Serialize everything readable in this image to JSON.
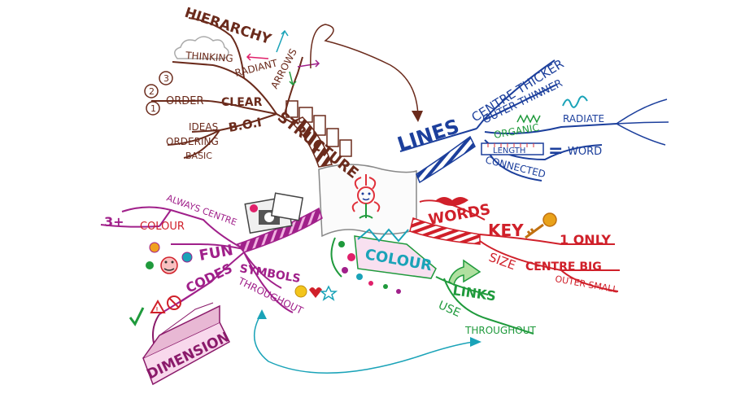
{
  "colors": {
    "structure": "#6b2b1c",
    "lines": "#1c3f9c",
    "words": "#d0202a",
    "colour": "#1f9a3c",
    "symbols": "#a0208a",
    "dimension": "#8a1a6a",
    "arrow_teal": "#1aa3b8",
    "arrow_pink": "#e0206a",
    "key_gold": "#e9a21a",
    "flower": "#e0303a"
  },
  "structure": {
    "label": "STRUCTURE",
    "hierarchy": "HIERARCHY",
    "thinking": "THINKING",
    "radiant": "RADIANT",
    "arrows": "ARROWS",
    "order": "ORDER",
    "clear": "CLEAR",
    "boi": "B.O.I",
    "ideas": "IDEAS",
    "ordering": "ORDERING",
    "basic": "BASIC",
    "num1": "1",
    "num2": "2",
    "num3": "3"
  },
  "lines": {
    "label": "LINES",
    "centre_thicker": "CENTRE THICKER",
    "outer_thinner": "OUTER THINNER",
    "organic": "ORGANIC",
    "radiate": "RADIATE",
    "length": "LENGTH",
    "equals": "=",
    "word": "WORD",
    "connected": "CONNECTED"
  },
  "words": {
    "label": "WORDS",
    "key": "KEY",
    "one_only": "1 ONLY",
    "size": "SIZE",
    "centre_big": "CENTRE BIG",
    "outer_small": "OUTER SMALL"
  },
  "colour": {
    "label": "COLOUR",
    "links": "LINKS",
    "use": "USE",
    "throughout": "THROUGHOUT"
  },
  "symbols": {
    "label": "SYMBOLS",
    "throughout": "THROUGHOUT",
    "codes": "CODES",
    "fun": "FUN",
    "colour": "COLOUR",
    "three_plus": "3+",
    "always_centre": "ALWAYS CENTRE",
    "dimension": "DIMENSION"
  }
}
